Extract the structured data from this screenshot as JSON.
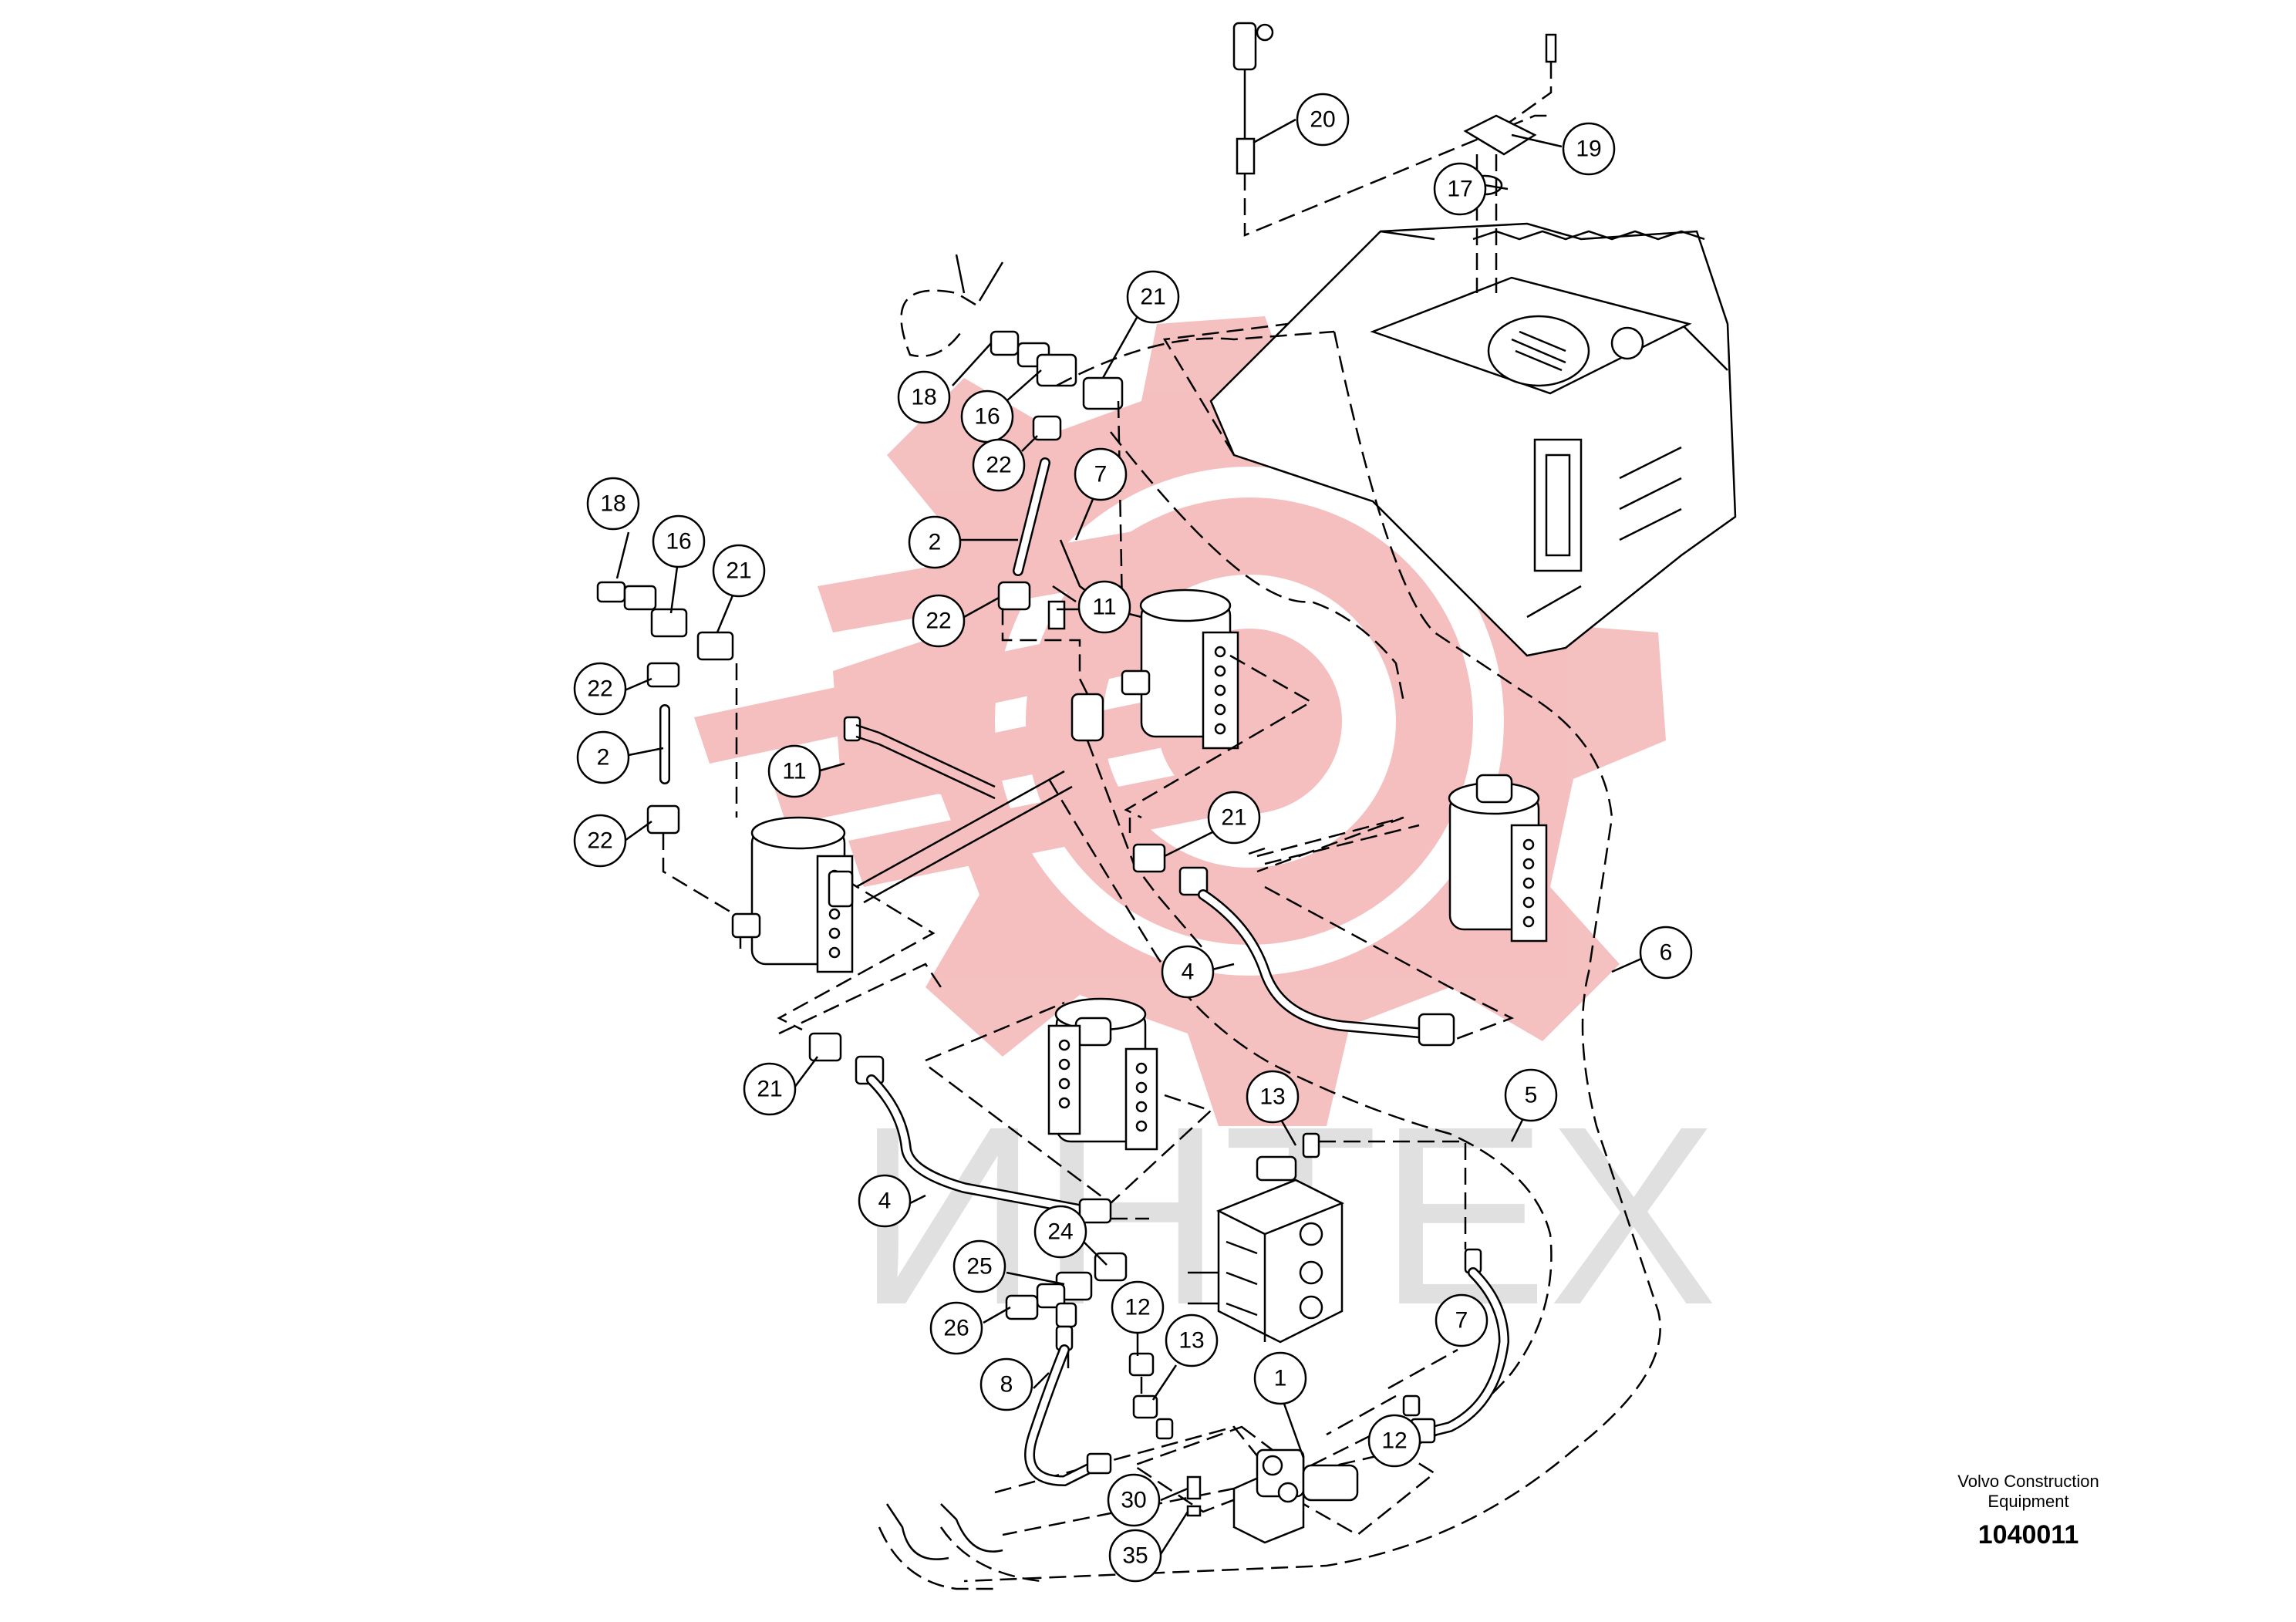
{
  "brand": {
    "name_line1": "Volvo Construction",
    "name_line2": "Equipment",
    "drawing_number": "1040011"
  },
  "watermark": {
    "text": "ИНТЕХ",
    "color": "#f0a0a0"
  },
  "callouts": [
    {
      "id": "c20",
      "label": "20"
    },
    {
      "id": "c19",
      "label": "19"
    },
    {
      "id": "c17",
      "label": "17"
    },
    {
      "id": "c21a",
      "label": "21"
    },
    {
      "id": "c18a",
      "label": "18"
    },
    {
      "id": "c16a",
      "label": "16"
    },
    {
      "id": "c22a",
      "label": "22"
    },
    {
      "id": "c7a",
      "label": "7"
    },
    {
      "id": "c2a",
      "label": "2"
    },
    {
      "id": "c22b",
      "label": "22"
    },
    {
      "id": "c11a",
      "label": "11"
    },
    {
      "id": "c18b",
      "label": "18"
    },
    {
      "id": "c16b",
      "label": "16"
    },
    {
      "id": "c21b",
      "label": "21"
    },
    {
      "id": "c22c",
      "label": "22"
    },
    {
      "id": "c2b",
      "label": "2"
    },
    {
      "id": "c22d",
      "label": "22"
    },
    {
      "id": "c11b",
      "label": "11"
    },
    {
      "id": "c21c",
      "label": "21"
    },
    {
      "id": "c4a",
      "label": "4"
    },
    {
      "id": "c6",
      "label": "6"
    },
    {
      "id": "c21d",
      "label": "21"
    },
    {
      "id": "c13a",
      "label": "13"
    },
    {
      "id": "c5",
      "label": "5"
    },
    {
      "id": "c4b",
      "label": "4"
    },
    {
      "id": "c24",
      "label": "24"
    },
    {
      "id": "c25",
      "label": "25"
    },
    {
      "id": "c26",
      "label": "26"
    },
    {
      "id": "c12a",
      "label": "12"
    },
    {
      "id": "c13b",
      "label": "13"
    },
    {
      "id": "c7b",
      "label": "7"
    },
    {
      "id": "c8",
      "label": "8"
    },
    {
      "id": "c1",
      "label": "1"
    },
    {
      "id": "c12b",
      "label": "12"
    },
    {
      "id": "c30",
      "label": "30"
    },
    {
      "id": "c35",
      "label": "35"
    }
  ]
}
